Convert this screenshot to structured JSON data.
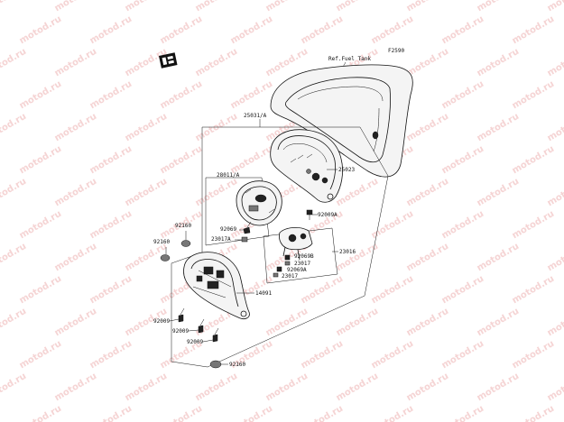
{
  "watermark": "motod.ru",
  "diagram_code": "F2590",
  "ref_label": "Ref.Fuel Tank",
  "part_numbers": {
    "case_assy": "25031/A",
    "meter_panel": "25023",
    "speedometer_unit": "28011/A",
    "screw_a": "92009A",
    "screw_upper": "92069",
    "nut_upper": "23017A",
    "damper_left_top": "92160",
    "damper_left_mid": "92160",
    "bracket_assy": "23016",
    "screw_b": "92069B",
    "nut_b": "23017",
    "screw_c": "92069A",
    "nut_c": "23017",
    "lower_cover": "14091",
    "screw_lower_1": "92009",
    "screw_lower_2": "92009",
    "screw_lower_3": "92009",
    "damper_bottom": "92160"
  }
}
